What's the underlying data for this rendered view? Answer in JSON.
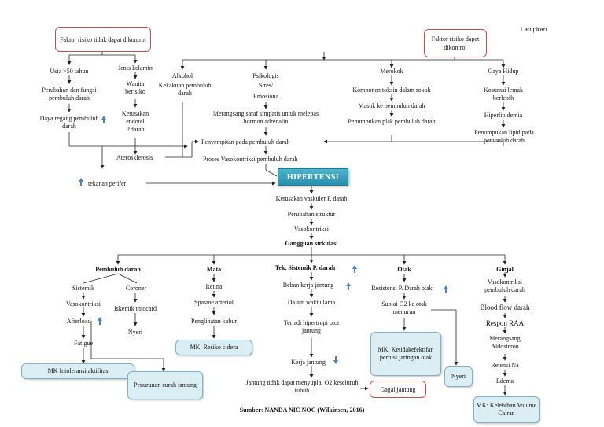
{
  "lampiran": "Lampiran",
  "top": {
    "left_box": "Faktor risiko tidak dapat dikontrol",
    "right_box": "Faktor risiko dapat dikontrol",
    "left_chain": [
      "Usia >50 tahun",
      "Perubahan dan fungsi pembuluh darah",
      "Daya regang pembuluh darah"
    ],
    "gender_chain": [
      "Jenis kelamin",
      "Wanita berisiko",
      "Kerusakan endotel P.darah"
    ],
    "alkohol": "Alkohol",
    "alkohol_effect": "Kekakuan pembuluh darah",
    "psiko": "Psikologis",
    "stres": "Stres/",
    "emosi": "Emosiona",
    "saraf": "Merangsang saraf simpatis untuk melepas hormon adrenalin",
    "merokok_chain": [
      "Merokok",
      "Komponen toksin dalam rokok",
      "Masuk ke pembuluh darah",
      "Penumpukan plak pembuluh darah"
    ],
    "gaya_chain": [
      "Gaya Hidup",
      "Kosumsi lemak berlebih",
      "Hiperlipidemia",
      "Penumpukan lipid pada pembuluh darah"
    ],
    "penyempitan": "Penyempitan pada pembuluh  darah",
    "ateros": "Aterosklerosis",
    "vaso_proc": "Proses Vasokontriksi pembuluh darah",
    "tekanan": "tekanan perifer"
  },
  "center": {
    "hipertensi": "HIPERTENSI",
    "chain": [
      "Kerusakan vaskuler P. darah",
      "Perubahan struktur",
      "Vasokontriksi"
    ],
    "gangguan": "Gangguan sirkulasi"
  },
  "pembuluh": {
    "title": "Pembuluh darah",
    "sistemik": "Sistemik",
    "coroner": "Coroner",
    "vaso": "Vasokontriksi",
    "afterload": "Afterload",
    "fatigue": "Fatigue",
    "iskemik": "Iskemik miocard",
    "nyeri": "Nyeri",
    "mk_intoleransi": "MK    Intoleransi aktifitas",
    "penurunan": "Penurunan curah jantung"
  },
  "mata": {
    "title": "Mata",
    "chain": [
      "Retina",
      "Spasme arteriol",
      "Penglihatan kabur"
    ],
    "mk": "MK: Resiko cidera"
  },
  "tek": {
    "title": "Tek. Sistemik P. darah",
    "chain": [
      "Beban kerja jantung",
      "Dalam waktu lama",
      "Terjadi hipertropi otot jantung",
      "Kerja jantung"
    ],
    "tidak": "Jantung tidak dapat menyuplai O2 keseluruh tubuh",
    "gagal": "Gagal jantung"
  },
  "otak": {
    "title": "Otak",
    "resistensi": "Resistensi P. Darah otak",
    "suplai": "Suplai O2 ke otak menurun",
    "mk": "MK: Ketidakefektifan perfusi jaringan otak",
    "nyeri": "Nyeri"
  },
  "ginjal": {
    "title": "Ginjal",
    "chain": [
      "Vasokontriksi pembuluh darah",
      "Blood flow darah",
      "Respon RAA",
      "Merangsang Aldosteron",
      "Retensi Na",
      "Edema"
    ],
    "mk": "MK: Kelebihan Volume Cairan"
  },
  "sumber": "Sumber: NANDA NIC NOC (Wilkinsen, 2016)",
  "colors": {
    "red_box": "#c0504d",
    "mk_fill": "#dbeef4",
    "hipertensi": "#31a0bf",
    "up_arrow": "#4f81bd"
  }
}
